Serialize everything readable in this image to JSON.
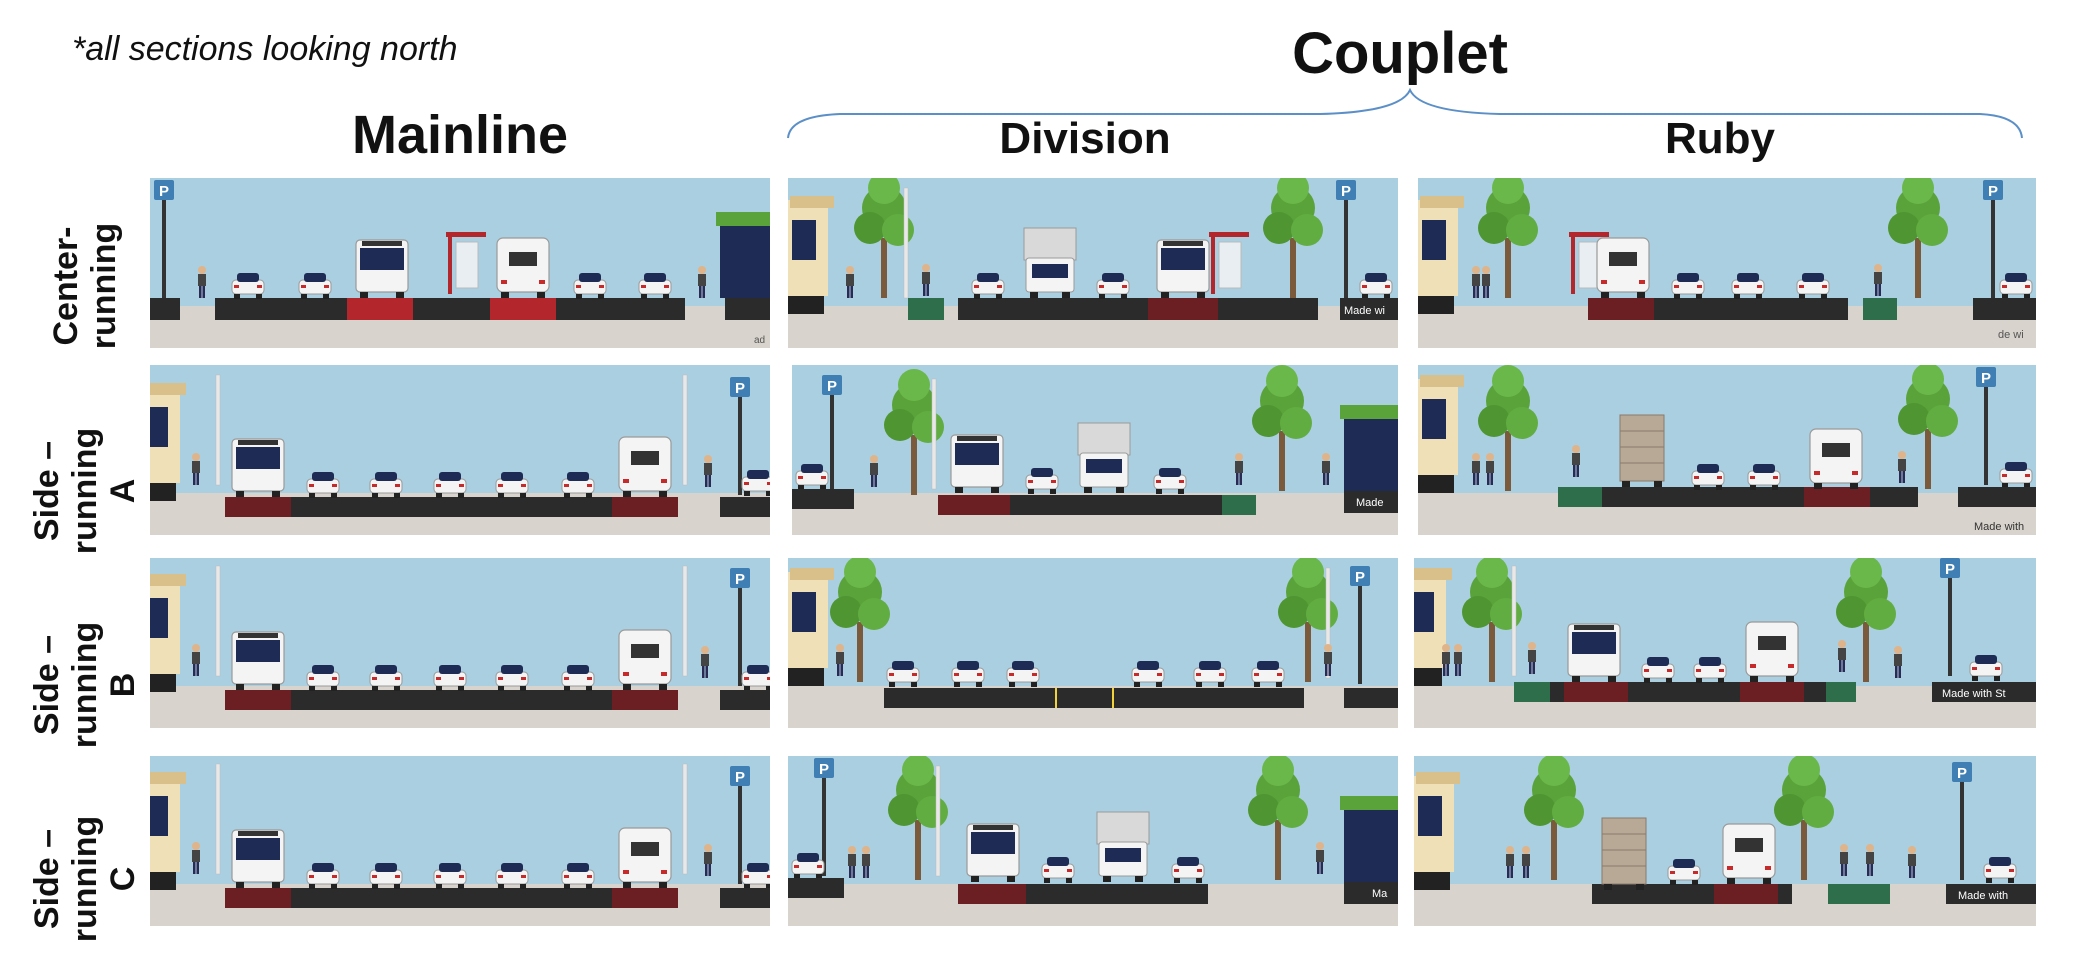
{
  "note": "*all sections looking north",
  "headers": {
    "couplet": "Couplet",
    "mainline": "Mainline",
    "division": "Division",
    "ruby": "Ruby"
  },
  "rows": [
    {
      "line1": "Center-",
      "line2": "running"
    },
    {
      "line1": "Side –",
      "line2": "running A"
    },
    {
      "line1": "Side –",
      "line2": "running B"
    },
    {
      "line1": "Side –",
      "line2": "running C"
    }
  ],
  "watermarks": {
    "made": "Made wi",
    "made_with": "Made with",
    "made_with_s": "Made with St",
    "de_wi": "de wi",
    "mad": "Made",
    "ma": "Ma",
    "ad": "ad"
  },
  "colors": {
    "sky": "#a9cfe0",
    "road": "#2b2b2b",
    "bus_lane": "#6b1f22",
    "bus_lane_red": "#b3262b",
    "bike_lane": "#2f6e4a",
    "sidewalk": "#d8d3cc",
    "tree": "#5aa33a"
  },
  "icons": [
    "parking-sign-icon",
    "bus-icon",
    "car-icon",
    "truck-icon",
    "tree-icon",
    "pedestrian-icon",
    "bus-shelter-icon",
    "building-icon",
    "lane-arrow-icon"
  ]
}
